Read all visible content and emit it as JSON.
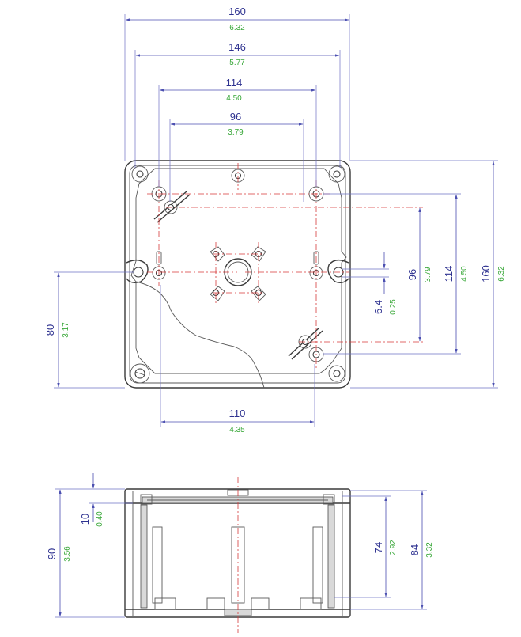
{
  "colors": {
    "dimension_line": "#4b4fb0",
    "metric_text": "#2e3290",
    "inch_text": "#3aa83a",
    "centerline": "#d63a3a",
    "outline": "#3a3a3a"
  },
  "top_view": {
    "dims": {
      "overall_width": {
        "mm": "160",
        "in": "6.32"
      },
      "screw_span_width": {
        "mm": "146",
        "in": "5.77"
      },
      "mount_span_width": {
        "mm": "114",
        "in": "4.50"
      },
      "inner_span_width": {
        "mm": "96",
        "in": "3.79"
      },
      "inner_span_height": {
        "mm": "96",
        "in": "3.79"
      },
      "mount_span_height": {
        "mm": "114",
        "in": "4.50"
      },
      "overall_height": {
        "mm": "160",
        "in": "6.32"
      },
      "slot_width": {
        "mm": "6.4",
        "in": "0.25"
      },
      "center_offset": {
        "mm": "80",
        "in": "3.17"
      },
      "pin_span": {
        "mm": "110",
        "in": "4.35"
      }
    }
  },
  "side_view": {
    "dims": {
      "lid_height": {
        "mm": "10",
        "in": "0.40"
      },
      "overall_height": {
        "mm": "90",
        "in": "3.56"
      },
      "inner_depth": {
        "mm": "74",
        "in": "2.92"
      },
      "base_height": {
        "mm": "84",
        "in": "3.32"
      }
    }
  }
}
